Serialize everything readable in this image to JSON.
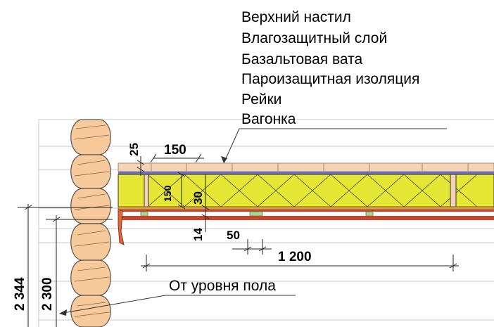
{
  "layers": [
    "Верхний настил",
    "Влагозащитный слой",
    "Базальтовая вата",
    "Пароизащитная изоляция",
    "Рейки",
    "Вагонка"
  ],
  "dimensions": {
    "d25": "25",
    "d150_top": "150",
    "d150_insul": "150",
    "d30": "30",
    "d14": "14",
    "d50": "50",
    "d1200": "1 200",
    "h2344": "2 344",
    "h2300": "2 300"
  },
  "floor_label": "От уровня пола",
  "colors": {
    "log": "#f7c99b",
    "log_stroke": "#555555",
    "board": "#f5d3b6",
    "insulation": "#e6e635",
    "membrane": "#6b72b8",
    "batten": "#c8442a",
    "vapor": "#a6d49a",
    "wall_lines": "#bfbfbf"
  }
}
